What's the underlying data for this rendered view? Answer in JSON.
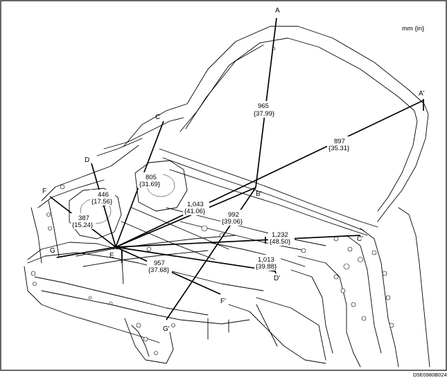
{
  "units_label": "mm {in}",
  "figure_code": "D5E0980B024",
  "points": {
    "A": "A",
    "A_prime": "A'",
    "B_prime": "B'",
    "C": "C",
    "C_prime": "C'",
    "D": "D",
    "D_prime": "D'",
    "E": "E",
    "F": "F",
    "F_prime": "F'",
    "G": "G",
    "G_prime": "G'"
  },
  "dimensions": {
    "a_top_mm": "965",
    "a_top_in": "{37.99}",
    "a_prime_mm": "897",
    "a_prime_in": "{35.31}",
    "c_mm": "805",
    "c_in": "{31.69}",
    "d_mm": "446",
    "d_in": "{17.56}",
    "f_mm": "387",
    "f_in": "{15.24}",
    "e_b_mm": "1,043",
    "e_b_in": "{41.06}",
    "g_mm": "992",
    "g_in": "{39.06}",
    "c_prime_mm": "1,232",
    "c_prime_in": "{48.50}",
    "d_prime_mm": "1,013",
    "d_prime_in": "{39.88}",
    "f_prime_mm": "957",
    "f_prime_in": "{37.68}"
  }
}
